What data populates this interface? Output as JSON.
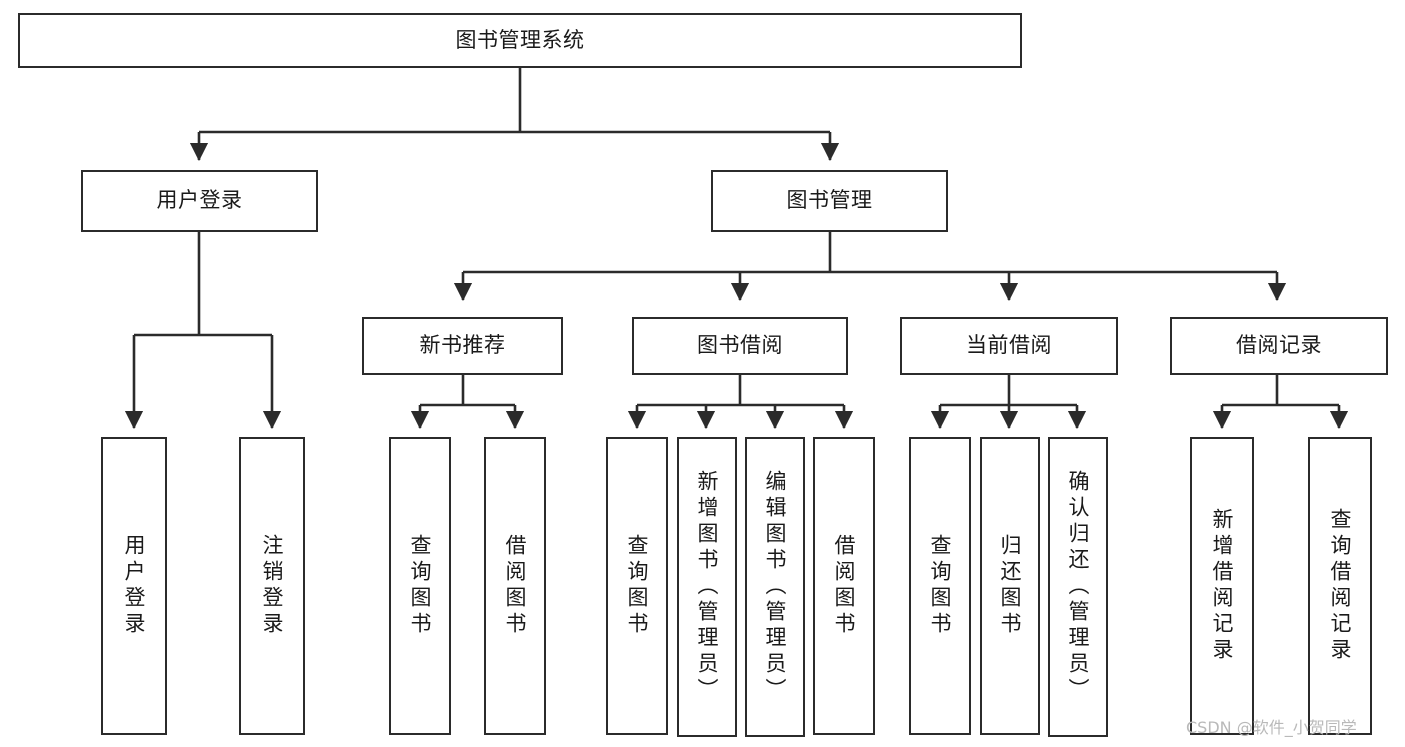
{
  "diagram": {
    "title": "图书管理系统",
    "type": "tree-hierarchy-diagram",
    "orientation": "top-down",
    "watermark": "CSDN @软件_小贺同学",
    "colors": {
      "box_border": "#2b2b2b",
      "box_fill": "#ffffff",
      "connector": "#2b2b2b",
      "text": "#1a1a1a",
      "watermark": "#b9b9b9",
      "background": "#ffffff"
    },
    "nodes": {
      "root": {
        "label": "图书管理系统"
      },
      "level2": [
        {
          "id": "user-login",
          "label": "用户登录"
        },
        {
          "id": "book-manage",
          "label": "图书管理"
        }
      ],
      "level3": [
        {
          "id": "new-book-recommend",
          "label": "新书推荐"
        },
        {
          "id": "book-borrow",
          "label": "图书借阅"
        },
        {
          "id": "current-borrow",
          "label": "当前借阅"
        },
        {
          "id": "borrow-record",
          "label": "借阅记录"
        }
      ],
      "leaves": {
        "user_login": [
          {
            "id": "leaf-user-login",
            "label": "用户登录"
          },
          {
            "id": "leaf-logout-login",
            "label": "注销登录"
          }
        ],
        "new_book_recommend": [
          {
            "id": "leaf-query-book-1",
            "label": "查询图书"
          },
          {
            "id": "leaf-borrow-book-1",
            "label": "借阅图书"
          }
        ],
        "book_borrow": [
          {
            "id": "leaf-query-book-2",
            "label": "查询图书"
          },
          {
            "id": "leaf-add-book",
            "label": "新增图书（管理员）"
          },
          {
            "id": "leaf-edit-book",
            "label": "编辑图书（管理员）"
          },
          {
            "id": "leaf-borrow-book-2",
            "label": "借阅图书"
          }
        ],
        "current_borrow": [
          {
            "id": "leaf-query-book-3",
            "label": "查询图书"
          },
          {
            "id": "leaf-return-book",
            "label": "归还图书"
          },
          {
            "id": "leaf-confirm-return",
            "label": "确认归还（管理员）"
          }
        ],
        "borrow_record": [
          {
            "id": "leaf-add-record",
            "label": "新增借阅记录"
          },
          {
            "id": "leaf-query-record",
            "label": "查询借阅记录"
          }
        ]
      }
    }
  }
}
